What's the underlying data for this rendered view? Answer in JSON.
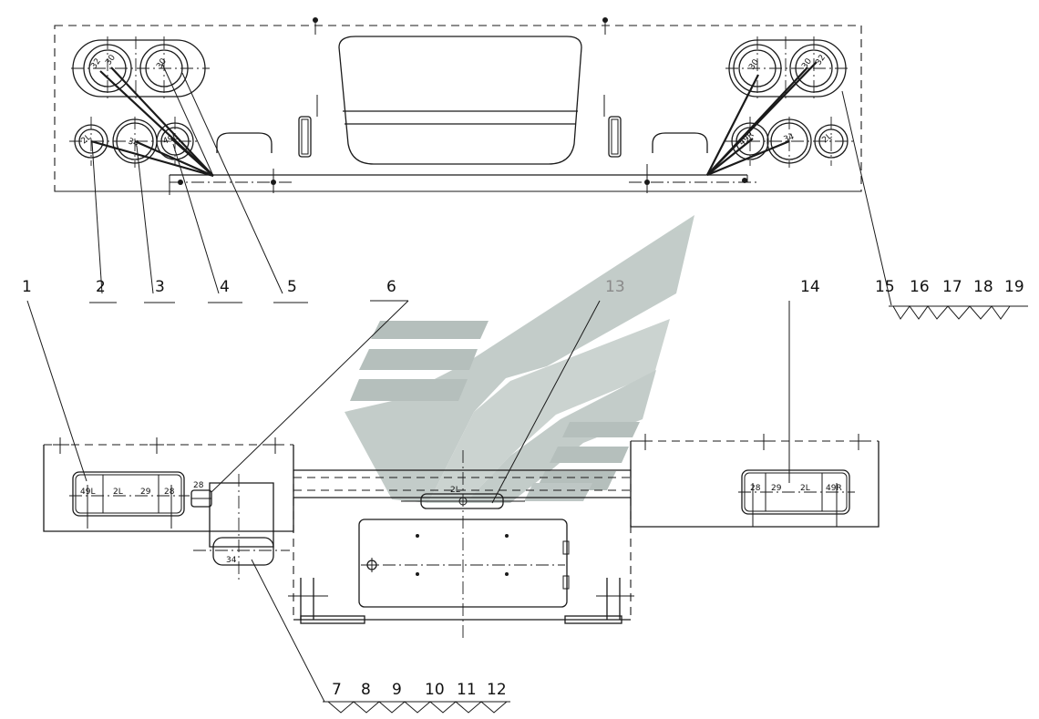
{
  "colors": {
    "ink": "#1a1a1a",
    "watermark": "#b9c4c0",
    "watermark_dark": "#9aa6a2"
  },
  "callouts": {
    "c1": "1",
    "c2": "2",
    "c3": "3",
    "c4": "4",
    "c5": "5",
    "c6": "6",
    "c7": "7",
    "c8": "8",
    "c9": "9",
    "c10": "10",
    "c11": "11",
    "c12": "12",
    "c13": "13",
    "c14": "14",
    "c15": "15",
    "c16": "16",
    "c17": "17",
    "c18": "18",
    "c19": "19"
  },
  "lamp_labels": {
    "top_l_upper_a": "32",
    "top_l_upper_b": "30",
    "top_l_upper_c": "30",
    "top_l_lower_a": "2L",
    "top_l_lower_b": "34",
    "top_l_lower_c": "49L",
    "top_r_upper_a": "30",
    "top_r_upper_b": "30",
    "top_r_upper_c": "32",
    "top_r_lower_a": "49R",
    "top_r_lower_b": "34",
    "top_r_lower_c": "2L",
    "left_comb_a": "49L",
    "left_comb_b": "2L",
    "left_comb_c": "29",
    "left_comb_d": "28",
    "left_side": "28",
    "left_plate": "34",
    "center_plate": "2L",
    "right_comb_a": "28",
    "right_comb_b": "29",
    "right_comb_c": "2L",
    "right_comb_d": "49R"
  },
  "watermark_icon": "stylized-chevron-logo"
}
